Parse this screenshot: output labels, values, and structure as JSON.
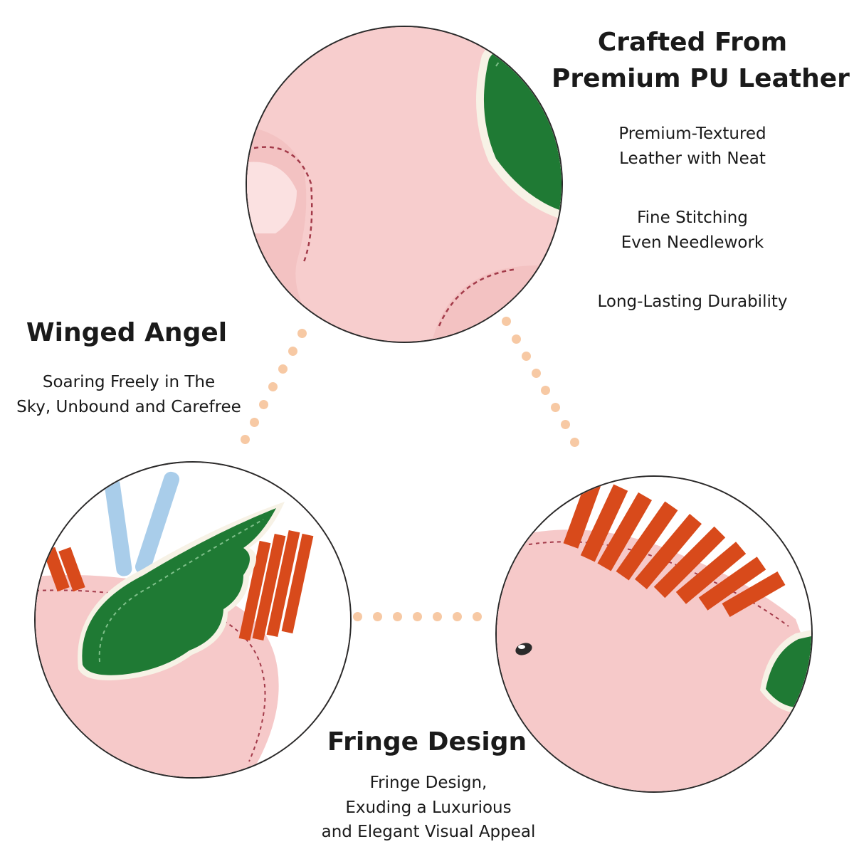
{
  "sections": {
    "crafted": {
      "title_line1": "Crafted From",
      "title_line2": "Premium PU Leather",
      "desc1_line1": "Premium-Textured",
      "desc1_line2": "Leather with Neat",
      "desc2_line1": "Fine Stitching",
      "desc2_line2": "Even Needlework",
      "desc3": "Long-Lasting Durability"
    },
    "winged": {
      "title": "Winged Angel",
      "desc_line1": "Soaring Freely in The",
      "desc_line2": "Sky, Unbound and Carefree"
    },
    "fringe": {
      "title": "Fringe Design",
      "desc_line1": "Fringe Design,",
      "desc_line2": "Exuding a Luxurious",
      "desc_line3": "and Elegant Visual Appeal"
    }
  },
  "colors": {
    "leather_pink": "#f6c9c9",
    "wing_green": "#1f7a34",
    "fringe_orange": "#d84a1b",
    "strap_blue": "#a9cdea",
    "dot_peach": "#f7c9a4",
    "outline": "#2a2a2a"
  }
}
